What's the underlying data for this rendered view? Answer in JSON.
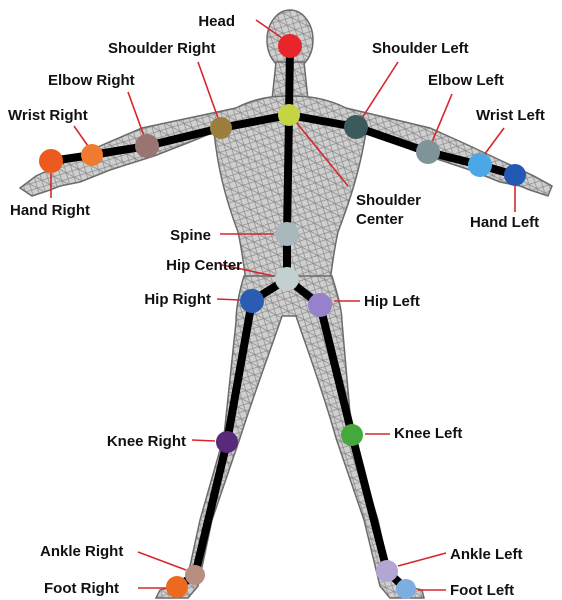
{
  "joints": [
    {
      "id": "head",
      "label": "Head",
      "color": "#e8262a"
    },
    {
      "id": "shoulder-center",
      "label": "Shoulder\nCenter",
      "color": "#c4d442"
    },
    {
      "id": "shoulder-right",
      "label": "Shoulder Right",
      "color": "#9b7d3e"
    },
    {
      "id": "shoulder-left",
      "label": "Shoulder Left",
      "color": "#3c5a5c"
    },
    {
      "id": "elbow-right",
      "label": "Elbow Right",
      "color": "#9a7470"
    },
    {
      "id": "elbow-left",
      "label": "Elbow Left",
      "color": "#7e9498"
    },
    {
      "id": "wrist-right",
      "label": "Wrist Right",
      "color": "#f07a2e"
    },
    {
      "id": "wrist-left",
      "label": "Wrist Left",
      "color": "#4aa8e6"
    },
    {
      "id": "hand-right",
      "label": "Hand Right",
      "color": "#ec5a1e"
    },
    {
      "id": "hand-left",
      "label": "Hand Left",
      "color": "#2358b4"
    },
    {
      "id": "spine",
      "label": "Spine",
      "color": "#a8b8bc"
    },
    {
      "id": "hip-center",
      "label": "Hip Center",
      "color": "#c2d0d2"
    },
    {
      "id": "hip-right",
      "label": "Hip Right",
      "color": "#2a5cb2"
    },
    {
      "id": "hip-left",
      "label": "Hip Left",
      "color": "#9682cc"
    },
    {
      "id": "knee-right",
      "label": "Knee Right",
      "color": "#5a2a7a"
    },
    {
      "id": "knee-left",
      "label": "Knee Left",
      "color": "#44a83a"
    },
    {
      "id": "ankle-right",
      "label": "Ankle Right",
      "color": "#b88e80"
    },
    {
      "id": "ankle-left",
      "label": "Ankle Left",
      "color": "#b2a6d2"
    },
    {
      "id": "foot-right",
      "label": "Foot Right",
      "color": "#ec6a20"
    },
    {
      "id": "foot-left",
      "label": "Foot Left",
      "color": "#7eaee0"
    }
  ],
  "bones": [
    [
      "head",
      "shoulder-center"
    ],
    [
      "shoulder-center",
      "shoulder-right"
    ],
    [
      "shoulder-right",
      "elbow-right"
    ],
    [
      "elbow-right",
      "wrist-right"
    ],
    [
      "wrist-right",
      "hand-right"
    ],
    [
      "shoulder-center",
      "shoulder-left"
    ],
    [
      "shoulder-left",
      "elbow-left"
    ],
    [
      "elbow-left",
      "wrist-left"
    ],
    [
      "wrist-left",
      "hand-left"
    ],
    [
      "shoulder-center",
      "spine"
    ],
    [
      "spine",
      "hip-center"
    ],
    [
      "hip-center",
      "hip-right"
    ],
    [
      "hip-center",
      "hip-left"
    ],
    [
      "hip-right",
      "knee-right"
    ],
    [
      "knee-right",
      "ankle-right"
    ],
    [
      "ankle-right",
      "foot-right"
    ],
    [
      "hip-left",
      "knee-left"
    ],
    [
      "knee-left",
      "ankle-left"
    ],
    [
      "ankle-left",
      "foot-left"
    ]
  ]
}
